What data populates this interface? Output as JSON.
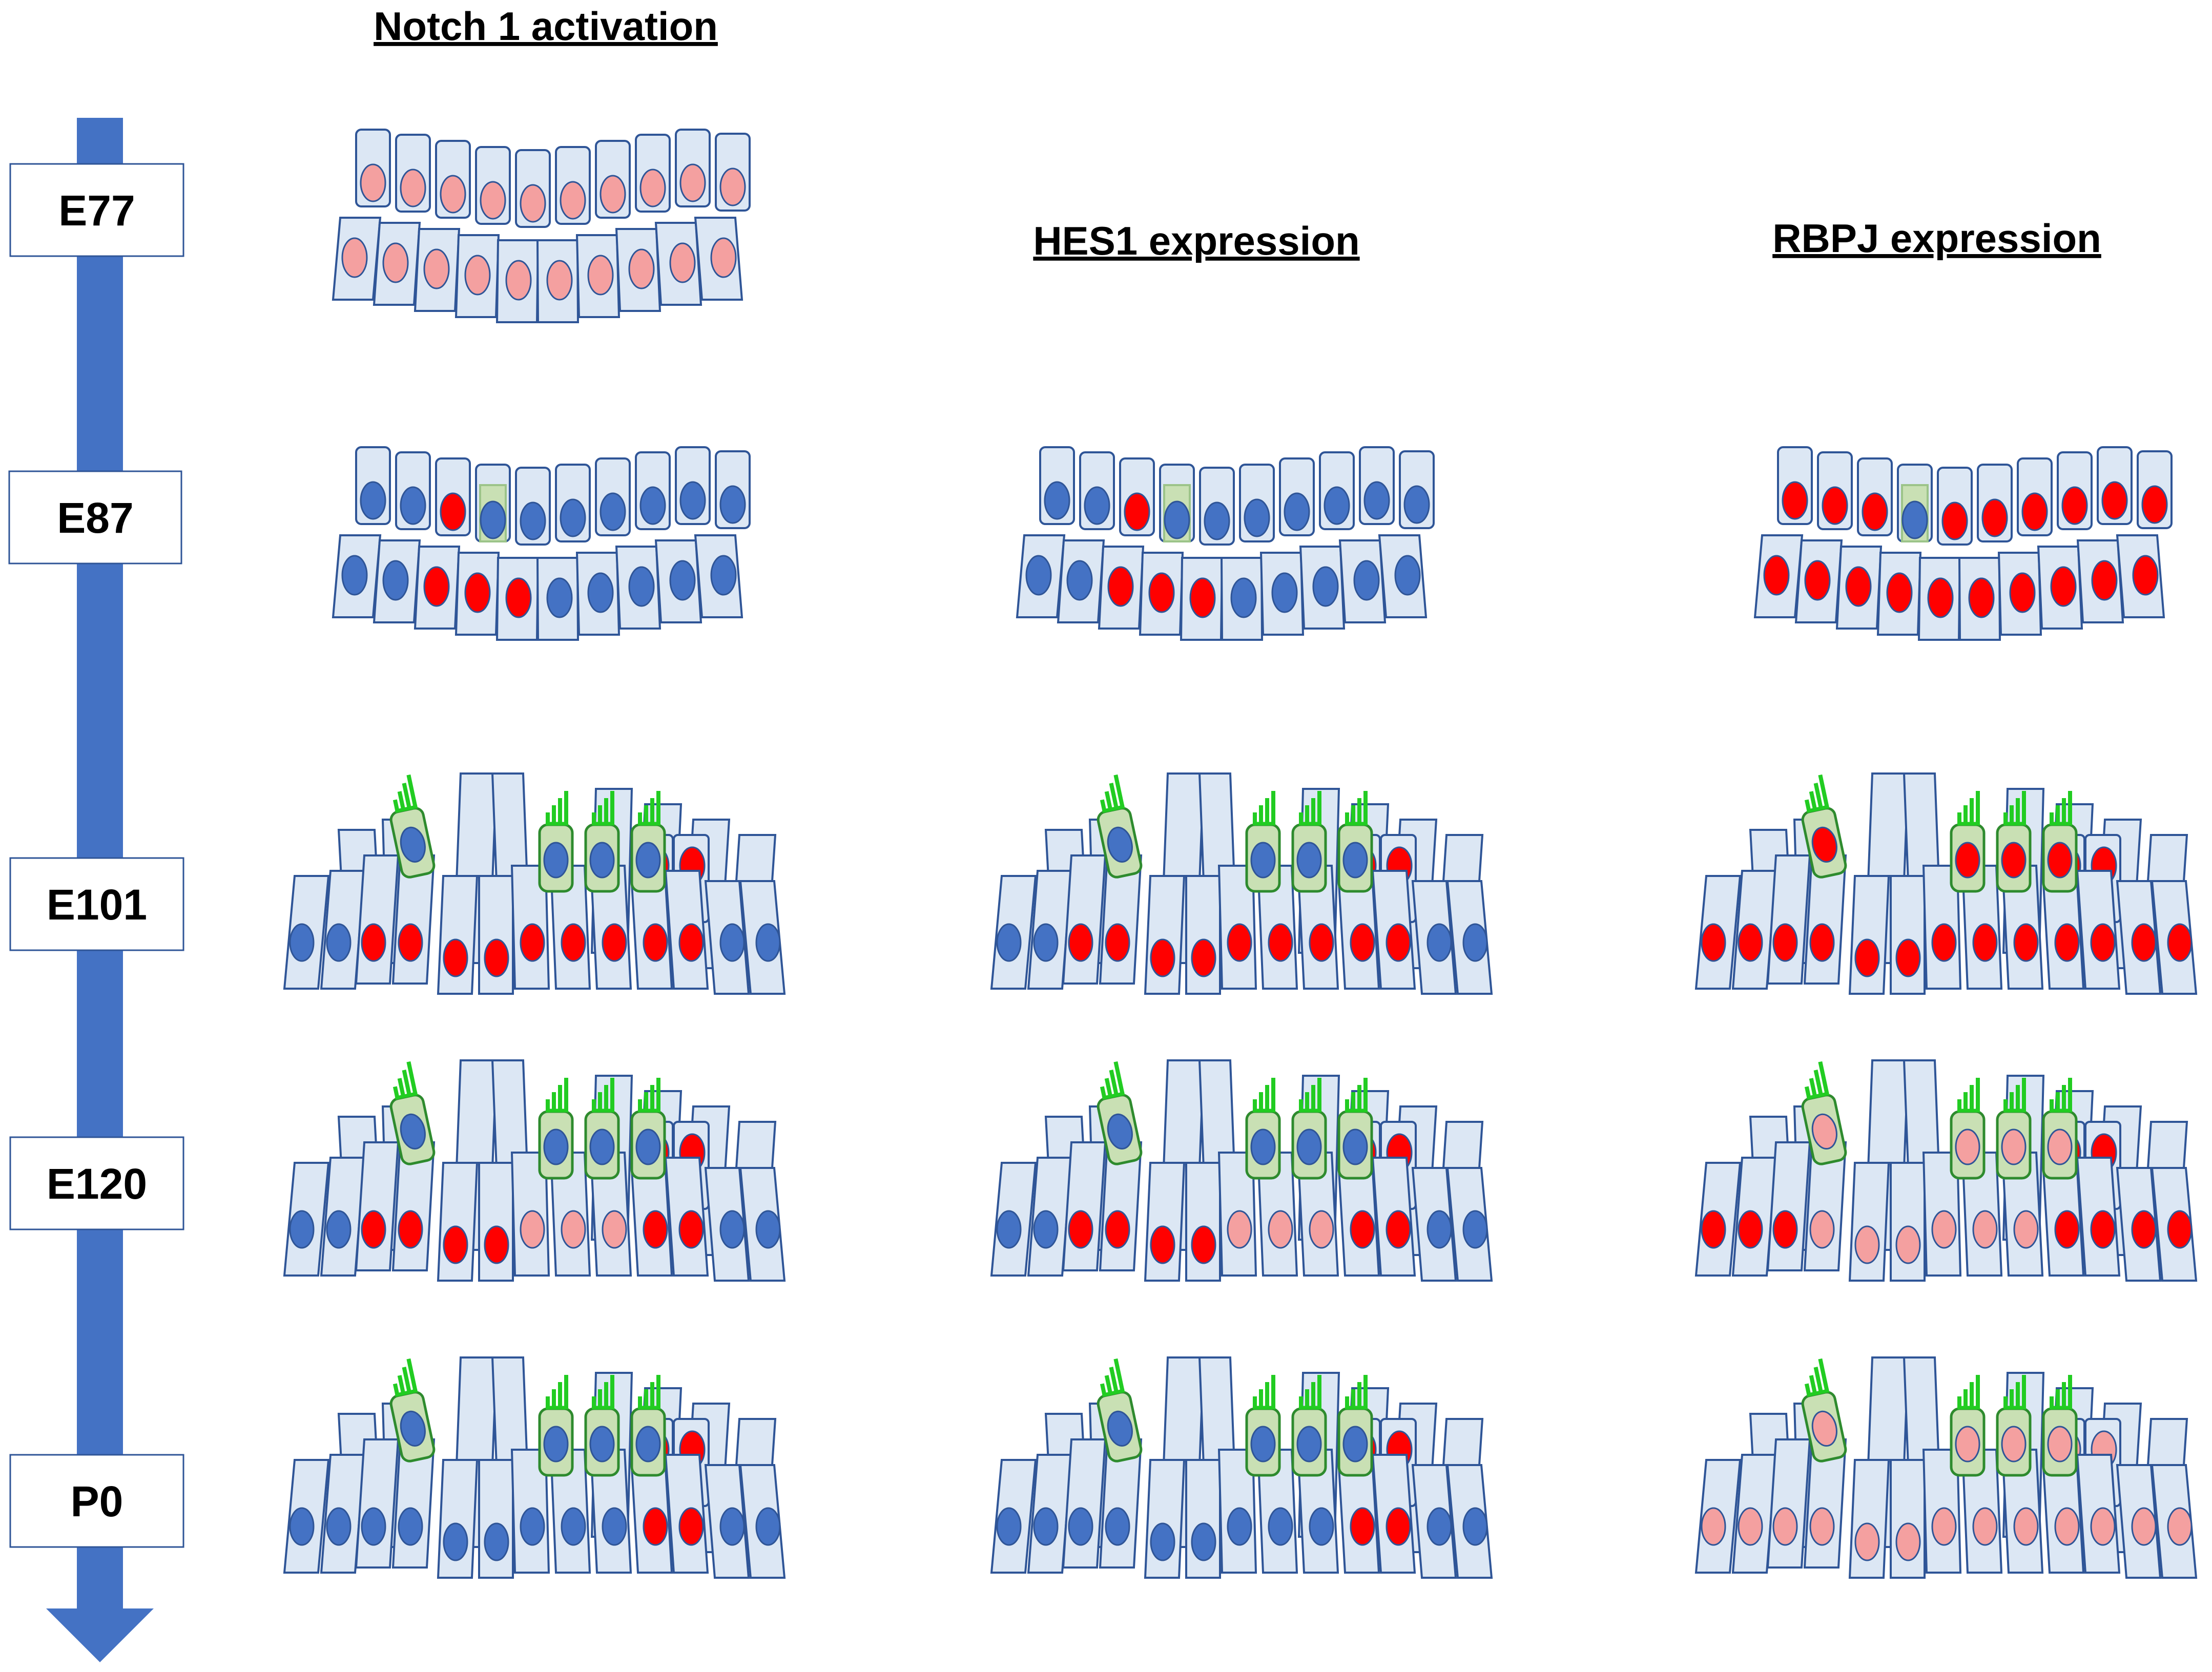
{
  "columns": [
    {
      "title": "Notch 1 activation"
    },
    {
      "title": "HES1 expression"
    },
    {
      "title": "RBPJ expression"
    }
  ],
  "stages": [
    {
      "label": "E77",
      "kind": "flat",
      "panels": [
        {
          "top": "PPPPPPPPPP",
          "bottom": "PPPPPPPPPP"
        },
        null,
        null
      ]
    },
    {
      "label": "E87",
      "kind": "flat",
      "panels": [
        {
          "top": "BBRGBBBBBB",
          "bottom": "BBRRRBBBBB"
        },
        {
          "top": "BBRGBBBBBB",
          "bottom": "BBRRRBBBBB"
        },
        {
          "top": "RRRGRRRRRR",
          "bottom": "RRRRRRRRRR"
        }
      ]
    },
    {
      "label": "E101",
      "kind": "arch",
      "panels": [
        {
          "hair": "BBBB",
          "outer": "RR",
          "bottom": "BBRRRRRRRRRBB"
        },
        {
          "hair": "BBBB",
          "outer": "RR",
          "bottom": "BBRRRRRRRRRBB"
        },
        {
          "hair": "RRRR",
          "outer": "RR",
          "bottom": "RRRRRRRRRRRRR"
        }
      ]
    },
    {
      "label": "E120",
      "kind": "arch",
      "panels": [
        {
          "hair": "BBBB",
          "outer": "RR",
          "bottom": "BBRRRRPPPRRBB"
        },
        {
          "hair": "BBBB",
          "outer": "RR",
          "bottom": "BBRRRRPPPRRBB"
        },
        {
          "hair": "PPPP",
          "outer": "RR",
          "bottom": "RRRPPPPPPRRRR"
        }
      ]
    },
    {
      "label": "P0",
      "kind": "arch",
      "panels": [
        {
          "hair": "BBBB",
          "outer": "RR",
          "bottom": "BBBBBBBBBRRBB"
        },
        {
          "hair": "BBBB",
          "outer": "RR",
          "bottom": "BBBBBBBBBRRBB"
        },
        {
          "hair": "PPPP",
          "outer": "PP",
          "bottom": "PPPPPPPPPPPPP"
        }
      ]
    }
  ],
  "colors": {
    "arrow": "#4472C4",
    "cell_fill": "#DCE7F4",
    "cell_stroke": "#2F5597",
    "hair_cell_fill": "#C9E0B4",
    "hair_cell_stroke": "#2E8B2E",
    "stereocilia": "#22CC22",
    "nucleus_blue": "#4472C4",
    "nucleus_red": "#FF0000",
    "nucleus_pink": "#F4A0A0",
    "label_box_stroke": "#2F5597"
  },
  "legend_codes": {
    "B": "nucleus_blue",
    "R": "nucleus_red",
    "P": "nucleus_pink",
    "G": "hair_cell"
  }
}
